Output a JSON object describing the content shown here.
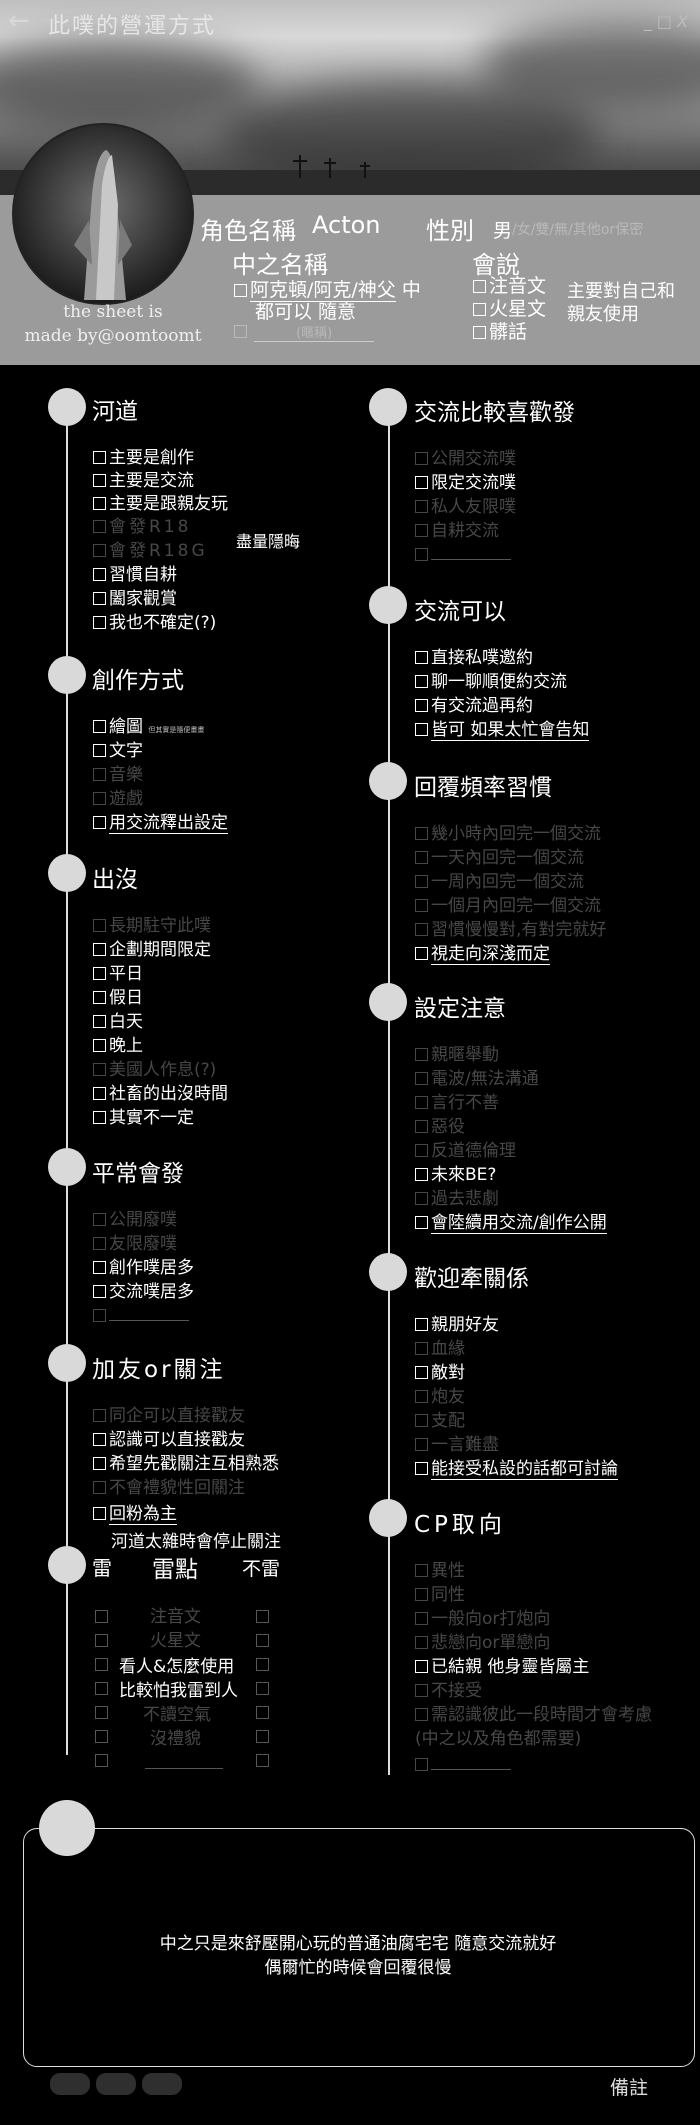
{
  "topbar": {
    "back_glyph": "←",
    "title": "此噗的營運方式",
    "window_controls": "_ □ X"
  },
  "profile": {
    "made_by_line1": "the sheet is",
    "made_by_line2": "made by@oomtoomt",
    "role_label": "角色名稱",
    "role_value": "Acton",
    "gender_label": "性別",
    "gender_selected": "男",
    "gender_others": "/女/雙/無/其他or保密",
    "cn_name_label": "中之名稱",
    "cn_name_value": "阿克頓/阿克/神父",
    "cn_name_suffix": "中",
    "cn_name_line2": "都可以 隨意",
    "cn_name_line3": "(暱稱)",
    "speak_label": "會說",
    "speak_items": [
      "注音文",
      "火星文",
      "髒話"
    ],
    "speak_note": "主要對自己和親友使用"
  },
  "sections": {
    "river": {
      "title": "河道",
      "items": [
        "主要是創作",
        "主要是交流",
        "主要是跟親友玩",
        "會發R18",
        "會發R18G",
        "習慣自耕",
        "闔家觀賞",
        "我也不確定(?)"
      ],
      "note": "盡量隱晦"
    },
    "creation": {
      "title": "創作方式",
      "items": [
        "繪圖",
        "文字",
        "音樂",
        "遊戲",
        "用交流釋出設定"
      ],
      "tiny_note": "但其實是隨便畫畫"
    },
    "appear": {
      "title": "出沒",
      "items": [
        "長期駐守此噗",
        "企劃期間限定",
        "平日",
        "假日",
        "白天",
        "晚上",
        "美國人作息(?)",
        "社畜的出沒時間",
        "其實不一定"
      ]
    },
    "usual": {
      "title": "平常會發",
      "items": [
        "公開廢噗",
        "友限廢噗",
        "創作噗居多",
        "交流噗居多"
      ]
    },
    "follow": {
      "title": "加友or關注",
      "items": [
        "同企可以直接戳友",
        "認識可以直接戳友",
        "希望先戳關注互相熟悉",
        "不會禮貌性回關注",
        "回粉為主"
      ],
      "note": "河道太雜時會停止關注"
    },
    "trap": {
      "title": "雷",
      "mid_title": "雷點",
      "right_title": "不雷",
      "items": [
        "注音文",
        "火星文",
        "看人&怎麼使用",
        "比較怕我雷到人",
        "不讀空氣",
        "沒禮貌"
      ]
    },
    "exchange_pref": {
      "title": "交流比較喜歡發",
      "items": [
        "公開交流噗",
        "限定交流噗",
        "私人友限噗",
        "自耕交流"
      ]
    },
    "exchange_ok": {
      "title": "交流可以",
      "items": [
        "直接私噗邀約",
        "聊一聊順便約交流",
        "有交流過再約",
        "皆可 如果太忙會告知"
      ]
    },
    "reply": {
      "title": "回覆頻率習慣",
      "items": [
        "幾小時內回完一個交流",
        "一天內回完一個交流",
        "一周內回完一個交流",
        "一個月內回完一個交流",
        "習慣慢慢對,有對完就好",
        "視走向深淺而定"
      ]
    },
    "setting": {
      "title": "設定注意",
      "items": [
        "親暱舉動",
        "電波/無法溝通",
        "言行不善",
        "惡役",
        "反道德倫理",
        "未來BE?",
        "過去悲劇",
        "會陸續用交流/創作公開"
      ]
    },
    "welcome": {
      "title": "歡迎牽關係",
      "items": [
        "親朋好友",
        "血緣",
        "敵對",
        "炮友",
        "支配",
        "一言難盡",
        "能接受私設的話都可討論"
      ]
    },
    "cp": {
      "title": "CP取向",
      "items": [
        "異性",
        "同性",
        "一般向or打炮向",
        "悲戀向or單戀向",
        "已結親 他身靈皆屬主",
        "不接受",
        "需認識彼此一段時間才會考慮",
        "(中之以及角色都需要)"
      ]
    }
  },
  "remarks": {
    "line1": "中之只是來舒壓開心玩的普通油腐宅宅 隨意交流就好",
    "line2": "偶爾忙的時候會回覆很慢",
    "label": "備註"
  }
}
